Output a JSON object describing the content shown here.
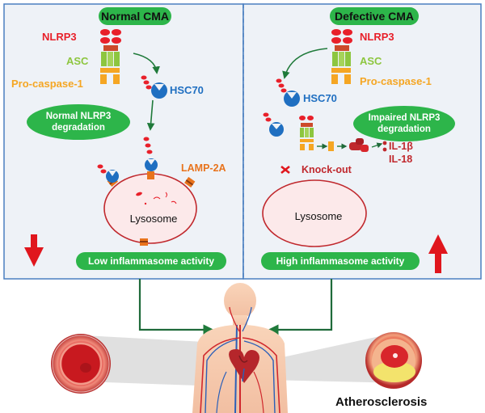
{
  "left_panel": {
    "title": "Normal CMA",
    "nlrp3": "NLRP3",
    "asc": "ASC",
    "procaspase": "Pro-caspase-1",
    "hsc70": "HSC70",
    "degradation": [
      "Normal NLRP3",
      "degradation"
    ],
    "lamp2a": "LAMP-2A",
    "lysosome": "Lysosome",
    "activity": "Low inflammasome activity"
  },
  "right_panel": {
    "title": "Defective CMA",
    "nlrp3": "NLRP3",
    "asc": "ASC",
    "procaspase": "Pro-caspase-1",
    "hsc70": "HSC70",
    "degradation": [
      "Impaired NLRP3",
      "degradation"
    ],
    "knockout": "Knock-out",
    "il1b": "IL-1β",
    "il18": "IL-18",
    "lysosome": "Lysosome",
    "activity": "High inflammasome activity"
  },
  "bottom": {
    "disease": "Atherosclerosis"
  },
  "colors": {
    "green_pill": "#2db54a",
    "nlrp3_red": "#e8202a",
    "asc_green": "#8dc63f",
    "caspase_orange": "#f5a623",
    "hsc70_blue": "#1f6fc1",
    "lamp_orange": "#e8731c",
    "panel_border": "#4a7fc0"
  },
  "icons": [
    "nlrp3-inflammasome-icon",
    "hsc70-icon",
    "lysosome-icon",
    "down-arrow-icon",
    "up-arrow-icon",
    "knockout-cross-icon",
    "body-icon",
    "artery-icon"
  ]
}
